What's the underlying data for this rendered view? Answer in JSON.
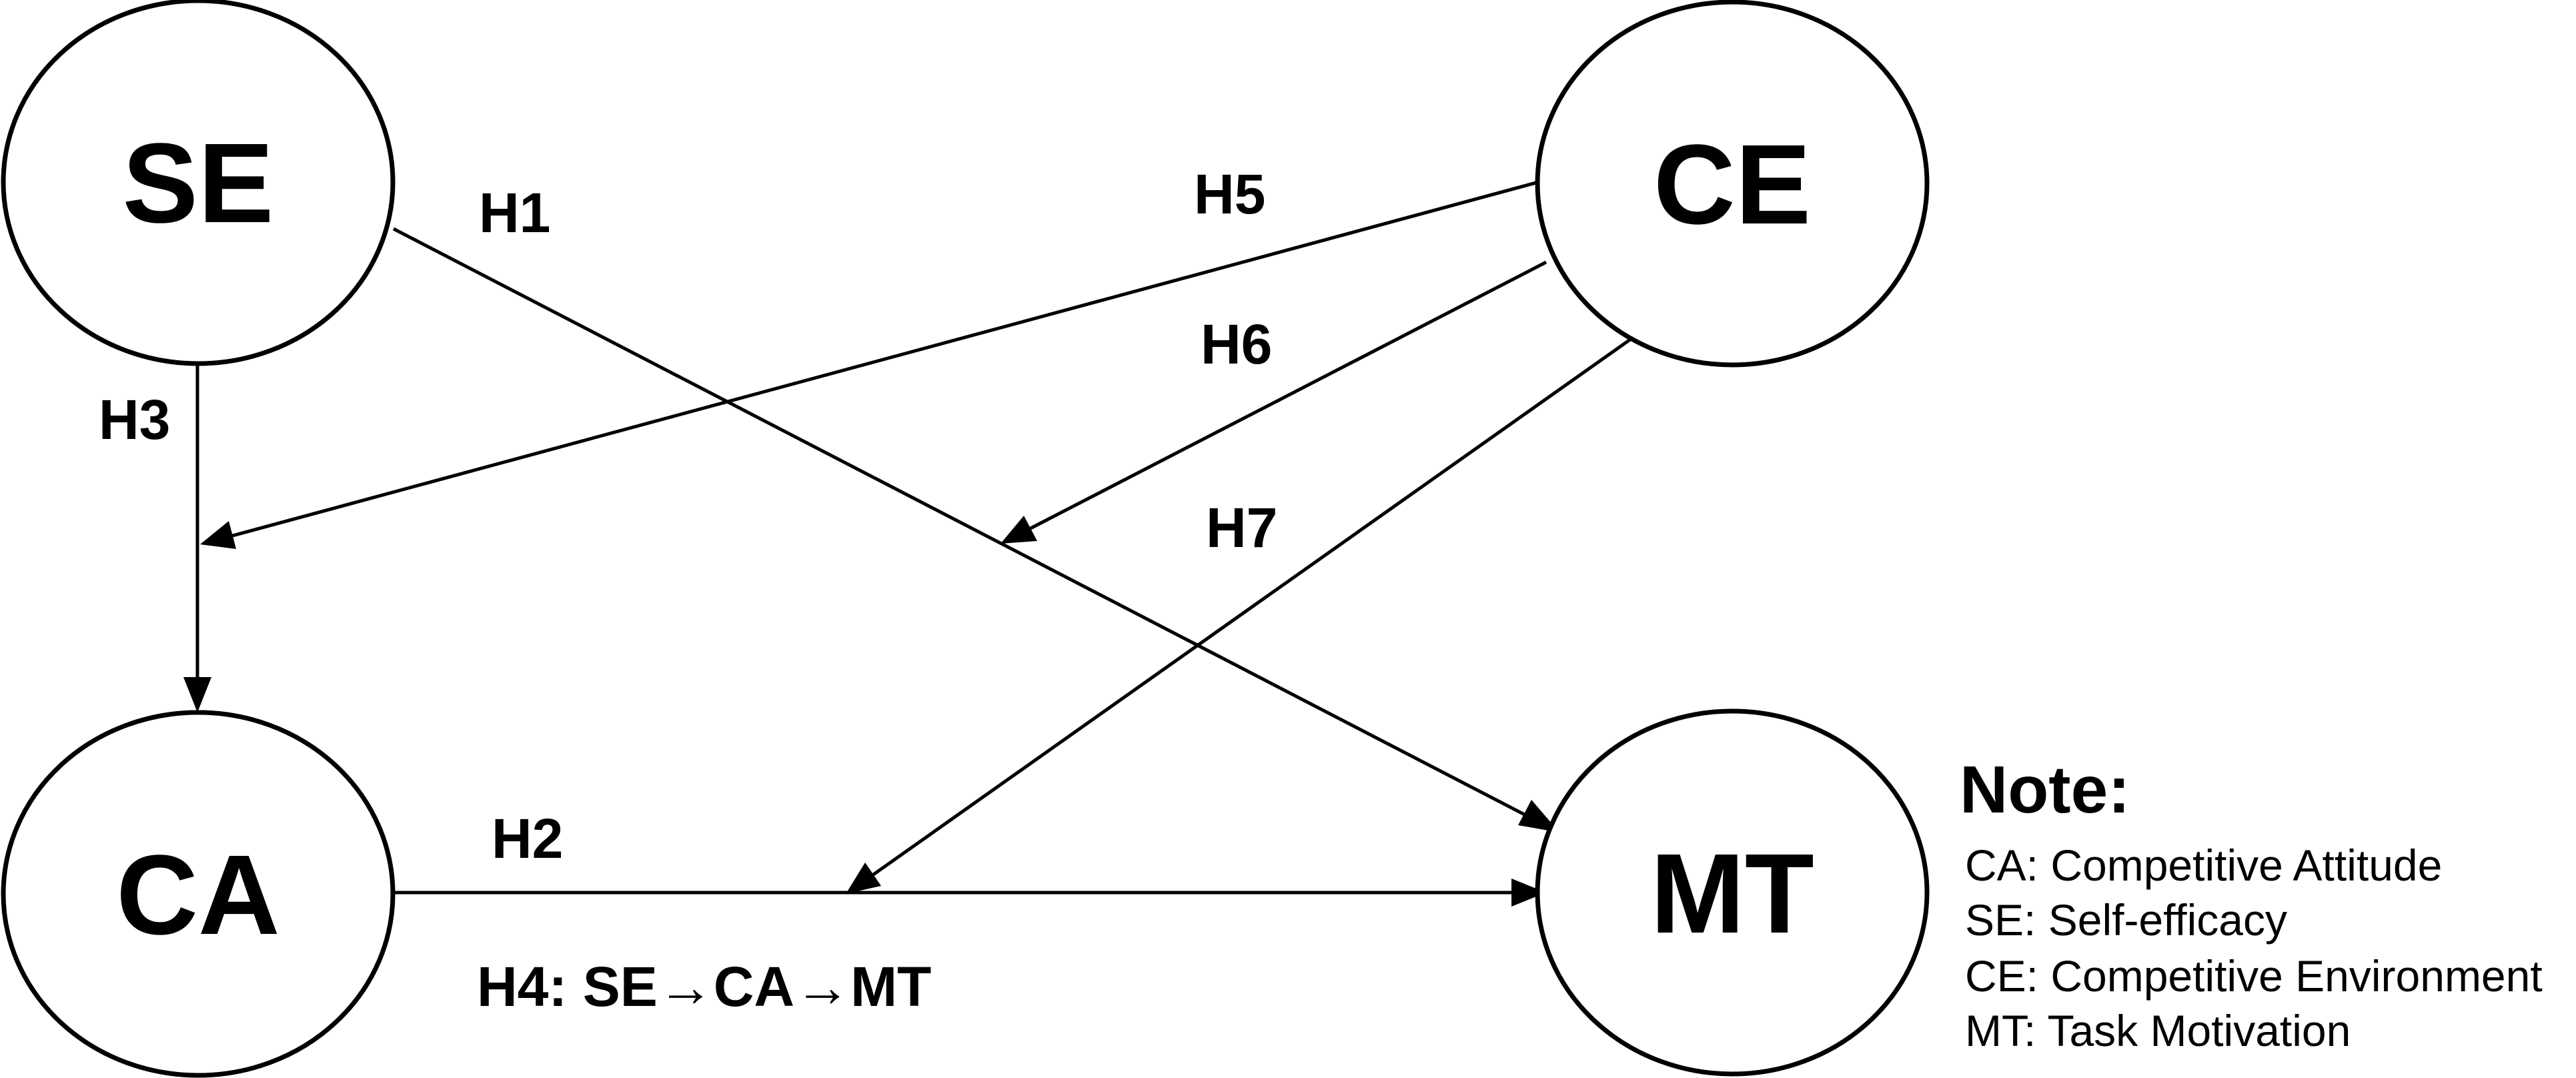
{
  "nodes": {
    "se": {
      "label": "SE"
    },
    "ce": {
      "label": "CE"
    },
    "ca": {
      "label": "CA"
    },
    "mt": {
      "label": "MT"
    }
  },
  "hypotheses": {
    "h1": "H1",
    "h2": "H2",
    "h3": "H3",
    "h4": "H4: SE→CA→MT",
    "h5": "H5",
    "h6": "H6",
    "h7": "H7"
  },
  "note": {
    "title": "Note:",
    "items": [
      "CA: Competitive Attitude",
      "SE: Self-efficacy",
      "CE: Competitive Environment",
      "MT: Task Motivation"
    ]
  }
}
